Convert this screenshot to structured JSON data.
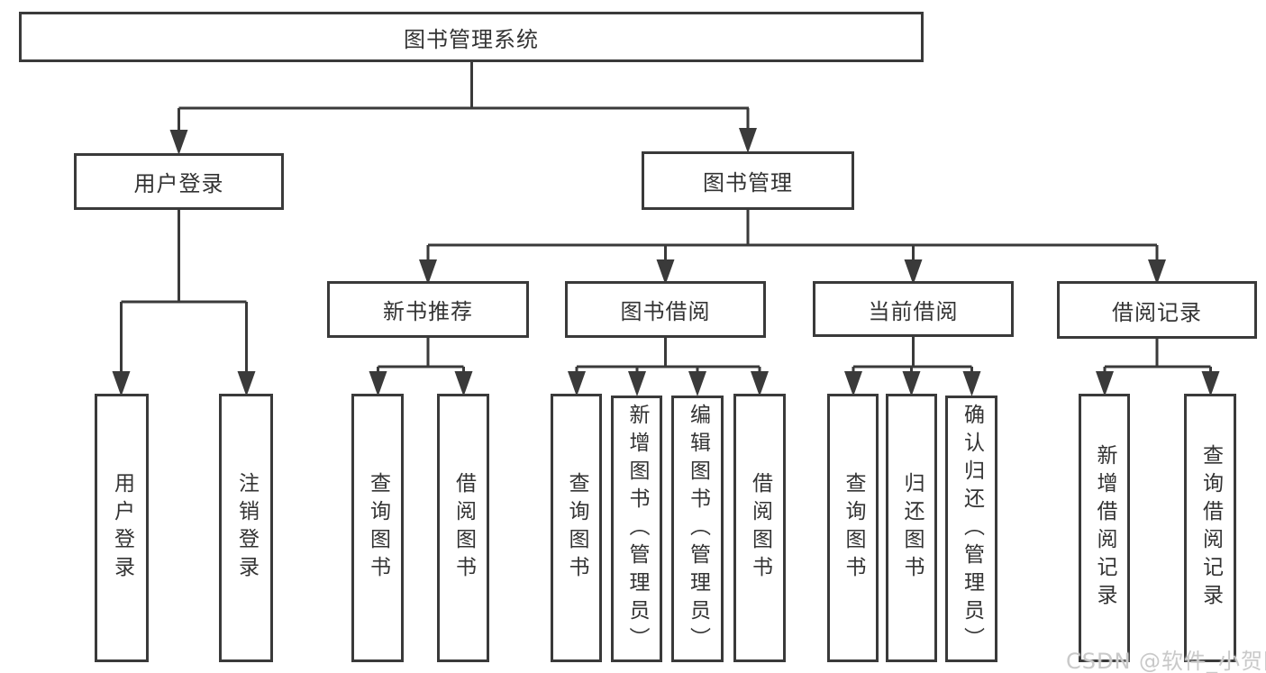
{
  "tree": {
    "label": "图书管理系统",
    "children": [
      {
        "label": "用户登录",
        "children": [
          {
            "label": "用户登录"
          },
          {
            "label": "注销登录"
          }
        ]
      },
      {
        "label": "图书管理",
        "children": [
          {
            "label": "新书推荐",
            "children": [
              {
                "label": "查询图书"
              },
              {
                "label": "借阅图书"
              }
            ]
          },
          {
            "label": "图书借阅",
            "children": [
              {
                "label": "查询图书"
              },
              {
                "label": "新增图书（管理员）"
              },
              {
                "label": "编辑图书（管理员）"
              },
              {
                "label": "借阅图书"
              }
            ]
          },
          {
            "label": "当前借阅",
            "children": [
              {
                "label": "查询图书"
              },
              {
                "label": "归还图书"
              },
              {
                "label": "确认归还（管理员）"
              }
            ]
          },
          {
            "label": "借阅记录",
            "children": [
              {
                "label": "新增借阅记录"
              },
              {
                "label": "查询借阅记录"
              }
            ]
          }
        ]
      }
    ]
  },
  "watermark": {
    "text": "CSDN @软件_小贺同学"
  },
  "colors": {
    "line": "#3a3a3a",
    "text": "#333333",
    "node_background": "#ffffff",
    "page_background": "#ffffff",
    "watermark": "#c9c9c9"
  }
}
